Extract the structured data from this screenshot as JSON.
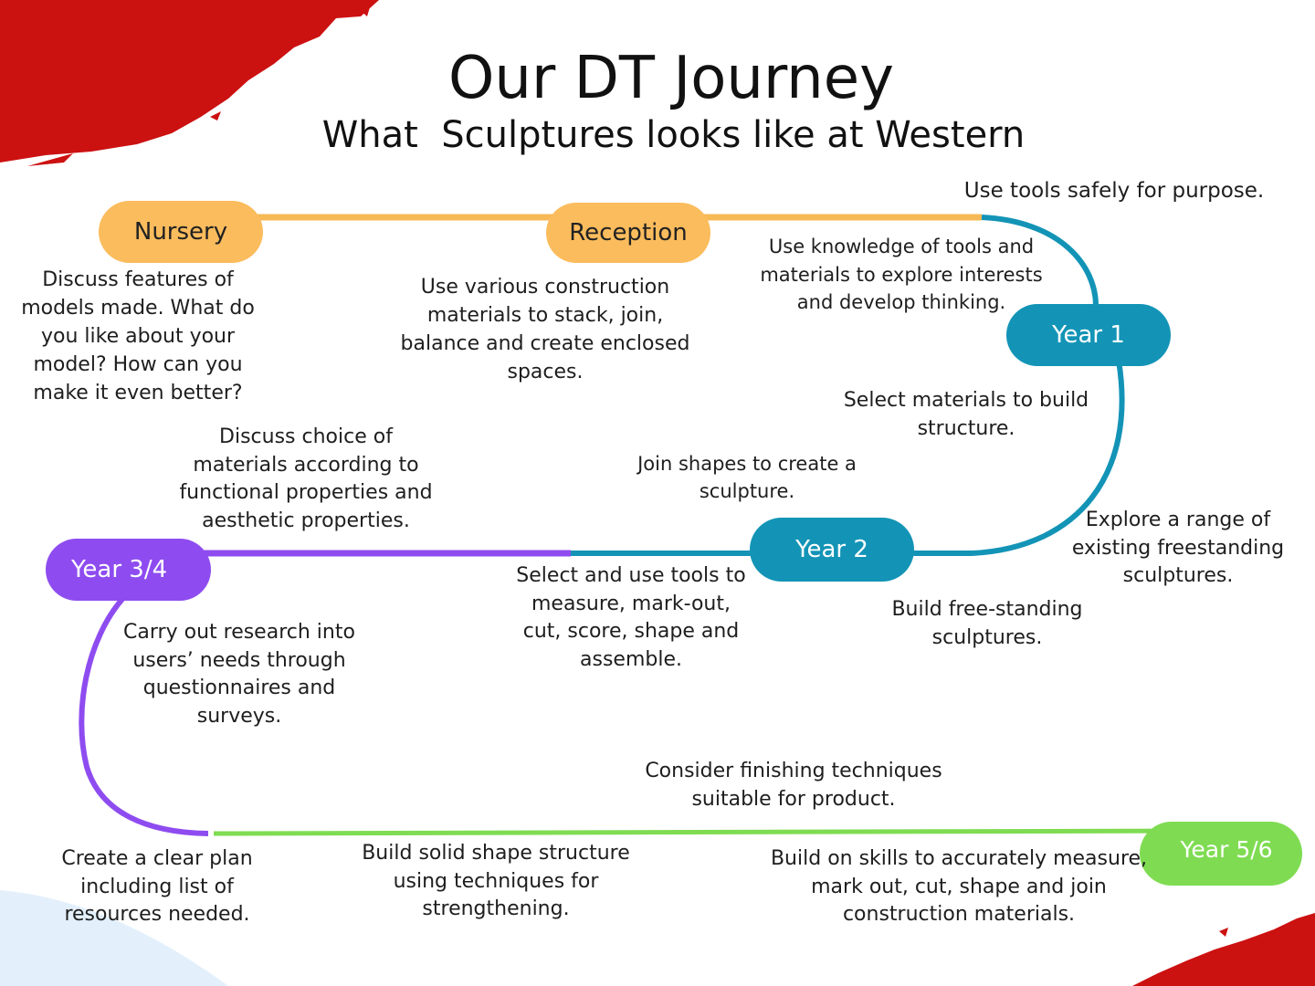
{
  "title": "Our DT Journey",
  "subtitle": "What  Sculptures looks like at Western",
  "colors": {
    "nursery_reception": "#f7b955",
    "year1_2": "#1394b6",
    "year3_4": "#8e4cf0",
    "year5_6": "#7fdc52",
    "brush_red": "#cc1111",
    "corner_blue": "#d9ecfb"
  },
  "stages": [
    {
      "id": "nursery",
      "label": "Nursery",
      "color": "orange"
    },
    {
      "id": "reception",
      "label": "Reception",
      "color": "orange"
    },
    {
      "id": "year1",
      "label": "Year 1",
      "color": "blue"
    },
    {
      "id": "year2",
      "label": "Year 2",
      "color": "blue"
    },
    {
      "id": "year34",
      "label": "Year 3/4",
      "color": "purple"
    },
    {
      "id": "year56",
      "label": "Year 5/6",
      "color": "green"
    }
  ],
  "notes": {
    "tools_safely": "Use tools safely for purpose.",
    "nursery_discuss": "Discuss features of models made. What do you like about your model? How can you make it even better?",
    "reception_construct": "Use various construction materials to stack, join, balance and create enclosed spaces.",
    "knowledge_tools": "Use knowledge of tools and materials to explore interests and develop thinking.",
    "select_materials": "Select materials to build structure.",
    "join_shapes": "Join shapes to create a sculpture.",
    "discuss_choice": "Discuss choice of materials according to functional properties and aesthetic properties.",
    "explore_range": "Explore a range of existing freestanding sculptures.",
    "select_tools": "Select and use tools to measure, mark-out, cut, score, shape and assemble.",
    "build_freestanding": "Build free-standing sculptures.",
    "research": "Carry out  research into users’ needs through questionnaires and surveys.",
    "finishing": "Consider finishing techniques suitable for product.",
    "clear_plan": "Create a clear plan including list of resources needed.",
    "solid_shape": "Build solid shape structure using techniques for strengthening.",
    "build_skills": "Build on skills to accurately measure, mark out, cut, shape and join construction materials."
  }
}
